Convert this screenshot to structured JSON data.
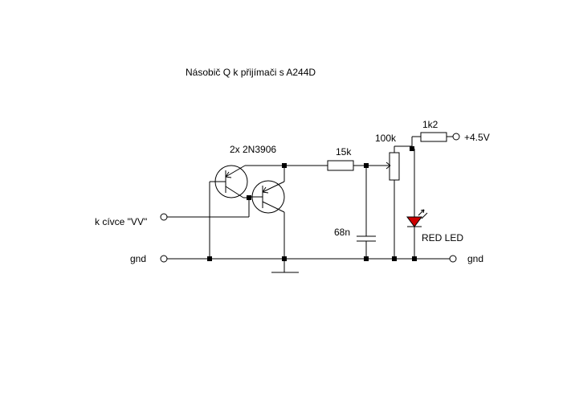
{
  "title": "Násobič Q k přijímači s A244D",
  "labels": {
    "transistors": "2x 2N3906",
    "resistor_15k": "15k",
    "potentiometer": "100k",
    "resistor_1k2": "1k2",
    "supply": "+4.5V",
    "capacitor": "68n",
    "led": "RED LED",
    "coil_input": "k cívce \"VV\"",
    "gnd_left": "gnd",
    "gnd_right": "gnd"
  },
  "colors": {
    "line": "#000000",
    "led": "#cc0000",
    "background": "#ffffff"
  }
}
